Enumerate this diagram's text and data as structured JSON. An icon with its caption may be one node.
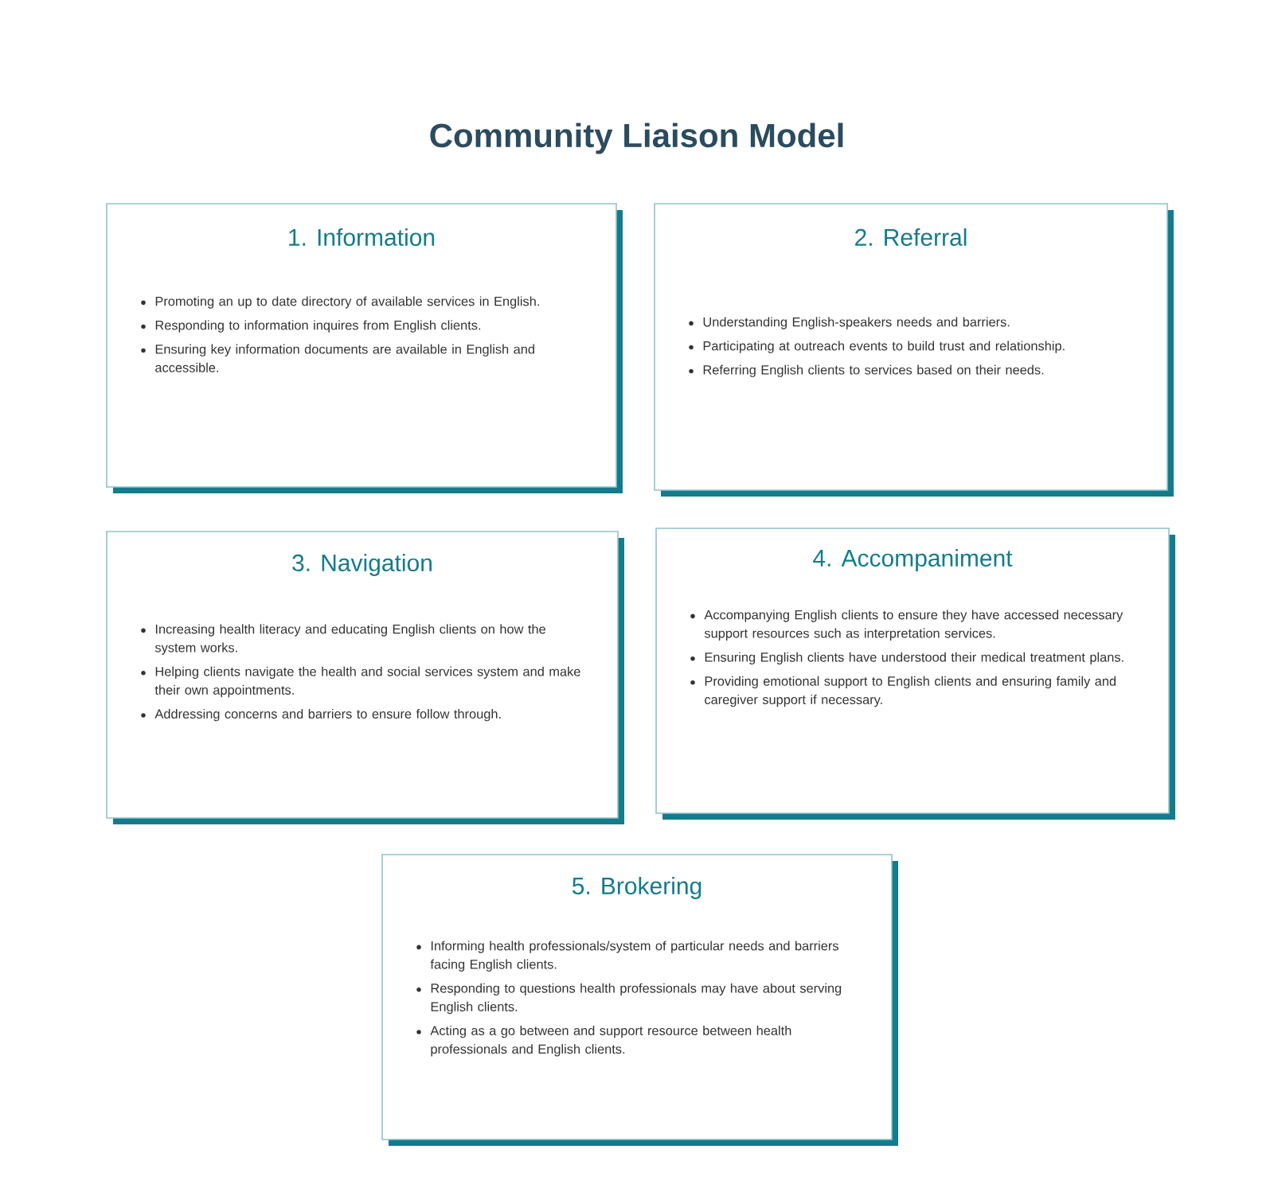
{
  "diagram": {
    "title": "Community Liaison Model",
    "nodes": [
      {
        "text": [
          "1. Information",
          "Promoting an up to date directory of available services in English.",
          "Responding to information inquires from English clients.",
          "Ensuring key information documents are available in English and accessible."
        ]
      },
      {
        "text": [
          "2. Referral",
          "Understanding English-speakers needs and barriers.",
          "Participating at outreach events to build trust and relationship.",
          "Referring English clients to services based on their needs."
        ]
      },
      {
        "text": [
          "3. Navigation",
          "Increasing health literacy and educating English clients on how the system works.",
          "Helping clients navigate the health and social services system and make their own appointments.",
          "Addressing concerns and barriers to ensure follow through."
        ]
      },
      {
        "text": [
          "4. Accompaniment",
          "Accompanying English clients to ensure they have accessed necessary support resources such as interpretation services.",
          "Ensuring English clients have understood their medical treatment plans.",
          "Providing emotional support to English clients and ensuring family and caregiver support if necessary."
        ]
      },
      {
        "text": [
          "5. Brokering",
          "Informing health professionals/system of particular needs and barriers facing English clients.",
          "Responding to questions health professionals may have about serving English clients.",
          "Acting as a go between and support resource between health professionals and English clients."
        ]
      }
    ]
  }
}
